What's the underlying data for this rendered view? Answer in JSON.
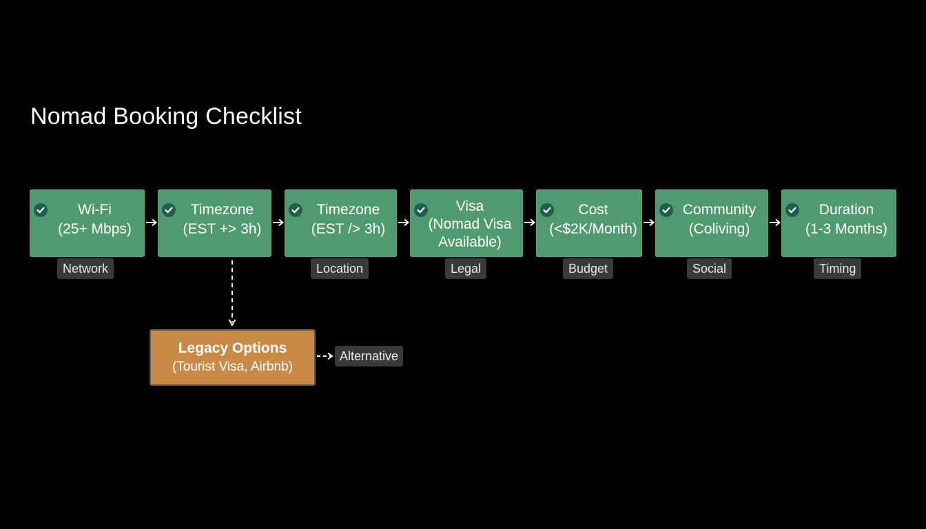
{
  "title": "Nomad Booking Checklist",
  "colors": {
    "background": "#000000",
    "step_fill": "#4f9b6f",
    "check_fill": "#1f5e4c",
    "tag_fill": "#3a3a3a",
    "legacy_fill": "#c88a46"
  },
  "steps": [
    {
      "line1": "Wi-Fi",
      "line2": "(25+ Mbps)",
      "tag": "Network",
      "icon": "check-icon"
    },
    {
      "line1": "Timezone",
      "line2": "(EST +> 3h)",
      "tag": "",
      "icon": "check-icon"
    },
    {
      "line1": "Timezone",
      "line2": "(EST /> 3h)",
      "tag": "Location",
      "icon": "check-icon"
    },
    {
      "line1": "Visa",
      "line2": "(Nomad Visa",
      "line3": "Available)",
      "tag": "Legal",
      "icon": "check-icon"
    },
    {
      "line1": "Cost",
      "line2": "(<$2K/Month)",
      "tag": "Budget",
      "icon": "check-icon"
    },
    {
      "line1": "Community",
      "line2": "(Coliving)",
      "tag": "Social",
      "icon": "check-icon"
    },
    {
      "line1": "Duration",
      "line2": "(1-3 Months)",
      "tag": "Timing",
      "icon": "check-icon"
    }
  ],
  "legacy": {
    "title": "Legacy Options",
    "subtitle": "(Tourist Visa, Airbnb)",
    "tag": "Alternative"
  }
}
